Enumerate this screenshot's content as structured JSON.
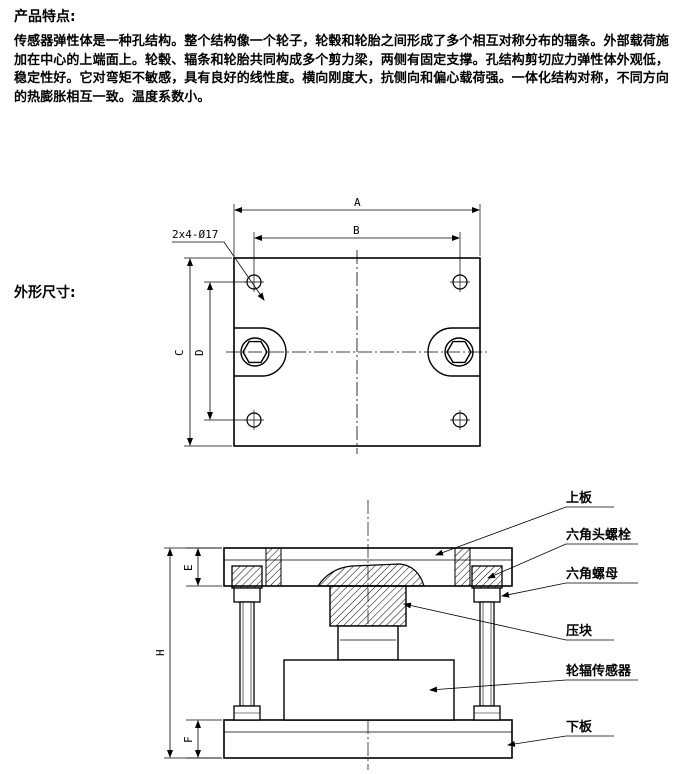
{
  "features": {
    "title": "产品特点:",
    "body": "传感器弹性体是一种孔结构。整个结构像一个轮子，轮毂和轮胎之间形成了多个相互对称分布的辐条。外部载荷施加在中心的上端面上。轮毂、辐条和轮胎共同构成多个剪力梁，两侧有固定支撑。孔结构剪切应力弹性体外观低，稳定性好。它对弯矩不敏感，具有良好的线性度。横向刚度大，抗侧向和偏心载荷强。一体化结构对称，不同方向的热膨胀相互一致。温度系数小。"
  },
  "dimensions": {
    "title": "外形尺寸:",
    "top_view": {
      "hole_note": "2x4-Ø17",
      "label_a": "A",
      "label_b": "B",
      "label_c": "C",
      "label_d": "D"
    },
    "side_view": {
      "label_e": "E",
      "label_h": "H",
      "label_f": "F",
      "callouts": {
        "upper_plate": "上板",
        "hex_bolt": "六角头螺栓",
        "hex_nut": "六角螺母",
        "press_block": "压块",
        "spoke_sensor": "轮辐传感器",
        "lower_plate": "下板"
      }
    }
  }
}
